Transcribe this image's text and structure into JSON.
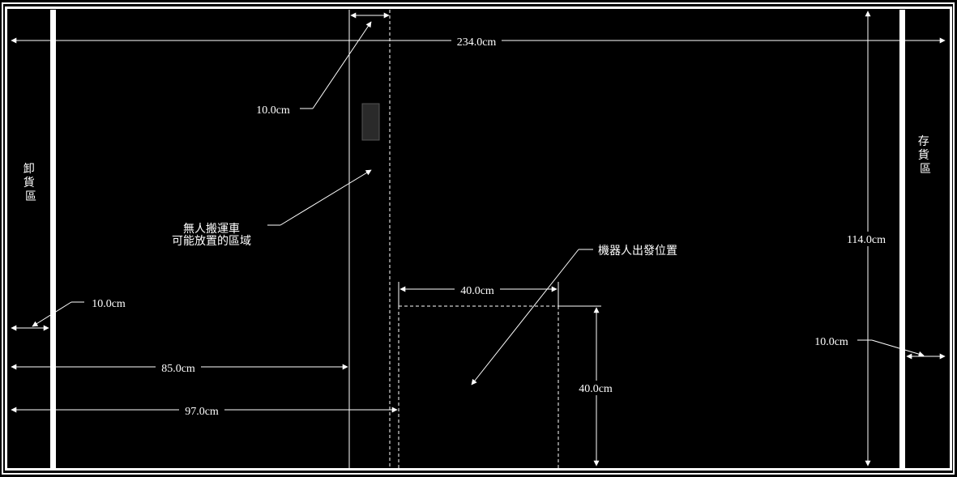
{
  "colors": {
    "background": "#000000",
    "line": "#ffffff",
    "agv_block": "#2a2a2a"
  },
  "zones": {
    "unload_label": "卸貨區",
    "storage_label": "存貨區"
  },
  "dimensions": {
    "total_width": "234.0cm",
    "total_height": "114.0cm",
    "lane_width": "10.0cm",
    "left_wall_thickness": "10.0cm",
    "right_wall_thickness": "10.0cm",
    "dist_to_lane_left": "85.0cm",
    "dist_to_lane_right": "97.0cm",
    "start_box_width": "40.0cm",
    "start_box_height": "40.0cm"
  },
  "annotations": {
    "agv_area_line1": "無人搬運車",
    "agv_area_line2": "可能放置的區域",
    "robot_start": "機器人出發位置"
  }
}
